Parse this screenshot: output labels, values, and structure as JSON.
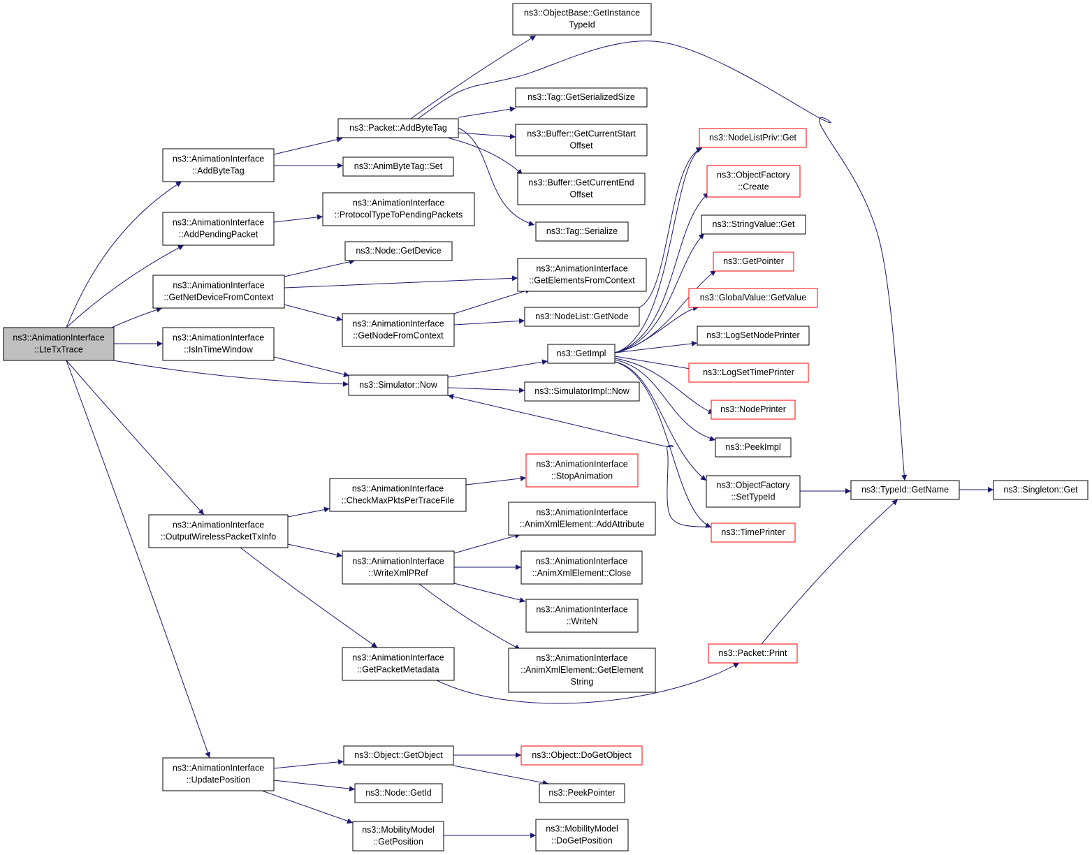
{
  "diagram": {
    "type": "call-graph",
    "colors": {
      "edge": "#191970",
      "root_fill": "#bfbfbf",
      "node_border": "#000000",
      "truncated_border": "#ff0000"
    },
    "nodes": [
      {
        "id": "root",
        "lines": [
          "ns3::AnimationInterface",
          "::LteTxTrace"
        ],
        "style": "root"
      },
      {
        "id": "addByteTag",
        "lines": [
          "ns3::AnimationInterface",
          "::AddByteTag"
        ]
      },
      {
        "id": "addPendingPacket",
        "lines": [
          "ns3::AnimationInterface",
          "::AddPendingPacket"
        ]
      },
      {
        "id": "getNetDevFromCtx",
        "lines": [
          "ns3::AnimationInterface",
          "::GetNetDeviceFromContext"
        ]
      },
      {
        "id": "isInTimeWindow",
        "lines": [
          "ns3::AnimationInterface",
          "::IsInTimeWindow"
        ]
      },
      {
        "id": "outputWireless",
        "lines": [
          "ns3::AnimationInterface",
          "::OutputWirelessPacketTxInfo"
        ]
      },
      {
        "id": "updatePosition",
        "lines": [
          "ns3::AnimationInterface",
          "::UpdatePosition"
        ]
      },
      {
        "id": "packetAddByteTag",
        "lines": [
          "ns3::Packet::AddByteTag"
        ]
      },
      {
        "id": "animByteTagSet",
        "lines": [
          "ns3::AnimByteTag::Set"
        ]
      },
      {
        "id": "protoTypePending",
        "lines": [
          "ns3::AnimationInterface",
          "::ProtocolTypeToPendingPackets"
        ]
      },
      {
        "id": "nodeGetDevice",
        "lines": [
          "ns3::Node::GetDevice"
        ]
      },
      {
        "id": "getNodeFromCtx",
        "lines": [
          "ns3::AnimationInterface",
          "::GetNodeFromContext"
        ]
      },
      {
        "id": "simulatorNow",
        "lines": [
          "ns3::Simulator::Now"
        ]
      },
      {
        "id": "checkMaxPkts",
        "lines": [
          "ns3::AnimationInterface",
          "::CheckMaxPktsPerTraceFile"
        ]
      },
      {
        "id": "writeXmlPRef",
        "lines": [
          "ns3::AnimationInterface",
          "::WriteXmlPRef"
        ]
      },
      {
        "id": "getPacketMetadata",
        "lines": [
          "ns3::AnimationInterface",
          "::GetPacketMetadata"
        ]
      },
      {
        "id": "objectGetObject",
        "lines": [
          "ns3::Object::GetObject"
        ]
      },
      {
        "id": "nodeGetId",
        "lines": [
          "ns3::Node::GetId"
        ]
      },
      {
        "id": "mobGetPosition",
        "lines": [
          "ns3::MobilityModel",
          "::GetPosition"
        ]
      },
      {
        "id": "objBaseGetInstance",
        "lines": [
          "ns3::ObjectBase::GetInstance",
          "TypeId"
        ]
      },
      {
        "id": "tagGetSerSize",
        "lines": [
          "ns3::Tag::GetSerializedSize"
        ]
      },
      {
        "id": "bufGetCurStart",
        "lines": [
          "ns3::Buffer::GetCurrentStart",
          "Offset"
        ]
      },
      {
        "id": "bufGetCurEnd",
        "lines": [
          "ns3::Buffer::GetCurrentEnd",
          "Offset"
        ]
      },
      {
        "id": "tagSerialize",
        "lines": [
          "ns3::Tag::Serialize"
        ]
      },
      {
        "id": "getElemFromCtx",
        "lines": [
          "ns3::AnimationInterface",
          "::GetElementsFromContext"
        ]
      },
      {
        "id": "nodeListGetNode",
        "lines": [
          "ns3::NodeList::GetNode"
        ]
      },
      {
        "id": "getImpl",
        "lines": [
          "ns3::GetImpl"
        ]
      },
      {
        "id": "simImplNow",
        "lines": [
          "ns3::SimulatorImpl::Now"
        ]
      },
      {
        "id": "stopAnimation",
        "lines": [
          "ns3::AnimationInterface",
          "::StopAnimation"
        ],
        "style": "truncated"
      },
      {
        "id": "xmlAddAttr",
        "lines": [
          "ns3::AnimationInterface",
          "::AnimXmlElement::AddAttribute"
        ]
      },
      {
        "id": "xmlClose",
        "lines": [
          "ns3::AnimationInterface",
          "::AnimXmlElement::Close"
        ]
      },
      {
        "id": "writeN",
        "lines": [
          "ns3::AnimationInterface",
          "::WriteN"
        ]
      },
      {
        "id": "xmlGetElemStr",
        "lines": [
          "ns3::AnimationInterface",
          "::AnimXmlElement::GetElement",
          "String"
        ]
      },
      {
        "id": "objDoGetObject",
        "lines": [
          "ns3::Object::DoGetObject"
        ],
        "style": "truncated"
      },
      {
        "id": "peekPointer",
        "lines": [
          "ns3::PeekPointer"
        ]
      },
      {
        "id": "mobDoGetPosition",
        "lines": [
          "ns3::MobilityModel",
          "::DoGetPosition"
        ]
      },
      {
        "id": "nodeListPrivGet",
        "lines": [
          "ns3::NodeListPriv::Get"
        ],
        "style": "truncated"
      },
      {
        "id": "objFactCreate",
        "lines": [
          "ns3::ObjectFactory",
          "::Create"
        ],
        "style": "truncated"
      },
      {
        "id": "stringValueGet",
        "lines": [
          "ns3::StringValue::Get"
        ]
      },
      {
        "id": "getPointer",
        "lines": [
          "ns3::GetPointer"
        ],
        "style": "truncated"
      },
      {
        "id": "globalValueGet",
        "lines": [
          "ns3::GlobalValue::GetValue"
        ],
        "style": "truncated"
      },
      {
        "id": "logSetNodePrinter",
        "lines": [
          "ns3::LogSetNodePrinter"
        ]
      },
      {
        "id": "logSetTimePrinter",
        "lines": [
          "ns3::LogSetTimePrinter"
        ],
        "style": "truncated"
      },
      {
        "id": "nodePrinter",
        "lines": [
          "ns3::NodePrinter"
        ],
        "style": "truncated"
      },
      {
        "id": "peekImpl",
        "lines": [
          "ns3::PeekImpl"
        ]
      },
      {
        "id": "objFactSetTypeId",
        "lines": [
          "ns3::ObjectFactory",
          "::SetTypeId"
        ]
      },
      {
        "id": "timePrinter",
        "lines": [
          "ns3::TimePrinter"
        ],
        "style": "truncated"
      },
      {
        "id": "packetPrint",
        "lines": [
          "ns3::Packet::Print"
        ],
        "style": "truncated"
      },
      {
        "id": "typeIdGetName",
        "lines": [
          "ns3::TypeId::GetName"
        ]
      },
      {
        "id": "singletonGet",
        "lines": [
          "ns3::Singleton::Get"
        ]
      }
    ],
    "edges": [
      [
        "root",
        "addByteTag"
      ],
      [
        "root",
        "addPendingPacket"
      ],
      [
        "root",
        "getNetDevFromCtx"
      ],
      [
        "root",
        "isInTimeWindow"
      ],
      [
        "root",
        "simulatorNow"
      ],
      [
        "root",
        "outputWireless"
      ],
      [
        "root",
        "updatePosition"
      ],
      [
        "addByteTag",
        "packetAddByteTag"
      ],
      [
        "addByteTag",
        "animByteTagSet"
      ],
      [
        "addPendingPacket",
        "protoTypePending"
      ],
      [
        "getNetDevFromCtx",
        "nodeGetDevice"
      ],
      [
        "getNetDevFromCtx",
        "getElemFromCtx"
      ],
      [
        "getNetDevFromCtx",
        "getNodeFromCtx"
      ],
      [
        "isInTimeWindow",
        "simulatorNow"
      ],
      [
        "packetAddByteTag",
        "objBaseGetInstance"
      ],
      [
        "packetAddByteTag",
        "typeIdGetName"
      ],
      [
        "packetAddByteTag",
        "tagGetSerSize"
      ],
      [
        "packetAddByteTag",
        "bufGetCurStart"
      ],
      [
        "packetAddByteTag",
        "bufGetCurEnd"
      ],
      [
        "packetAddByteTag",
        "tagSerialize"
      ],
      [
        "getNodeFromCtx",
        "getElemFromCtx"
      ],
      [
        "getNodeFromCtx",
        "nodeListGetNode"
      ],
      [
        "nodeListGetNode",
        "nodeListPrivGet"
      ],
      [
        "simulatorNow",
        "getImpl"
      ],
      [
        "simulatorNow",
        "simImplNow"
      ],
      [
        "getImpl",
        "nodeListPrivGet"
      ],
      [
        "getImpl",
        "objFactCreate"
      ],
      [
        "getImpl",
        "stringValueGet"
      ],
      [
        "getImpl",
        "getPointer"
      ],
      [
        "getImpl",
        "globalValueGet"
      ],
      [
        "getImpl",
        "logSetNodePrinter"
      ],
      [
        "getImpl",
        "logSetTimePrinter"
      ],
      [
        "getImpl",
        "nodePrinter"
      ],
      [
        "getImpl",
        "peekImpl"
      ],
      [
        "getImpl",
        "objFactSetTypeId"
      ],
      [
        "getImpl",
        "timePrinter"
      ],
      [
        "timePrinter",
        "simulatorNow"
      ],
      [
        "objFactSetTypeId",
        "typeIdGetName"
      ],
      [
        "typeIdGetName",
        "singletonGet"
      ],
      [
        "outputWireless",
        "checkMaxPkts"
      ],
      [
        "outputWireless",
        "writeXmlPRef"
      ],
      [
        "outputWireless",
        "getPacketMetadata"
      ],
      [
        "checkMaxPkts",
        "stopAnimation"
      ],
      [
        "writeXmlPRef",
        "xmlAddAttr"
      ],
      [
        "writeXmlPRef",
        "xmlClose"
      ],
      [
        "writeXmlPRef",
        "writeN"
      ],
      [
        "writeXmlPRef",
        "xmlGetElemStr"
      ],
      [
        "getPacketMetadata",
        "packetPrint"
      ],
      [
        "packetPrint",
        "typeIdGetName"
      ],
      [
        "updatePosition",
        "objectGetObject"
      ],
      [
        "updatePosition",
        "nodeGetId"
      ],
      [
        "updatePosition",
        "mobGetPosition"
      ],
      [
        "objectGetObject",
        "objDoGetObject"
      ],
      [
        "objectGetObject",
        "peekPointer"
      ],
      [
        "mobGetPosition",
        "mobDoGetPosition"
      ]
    ]
  }
}
